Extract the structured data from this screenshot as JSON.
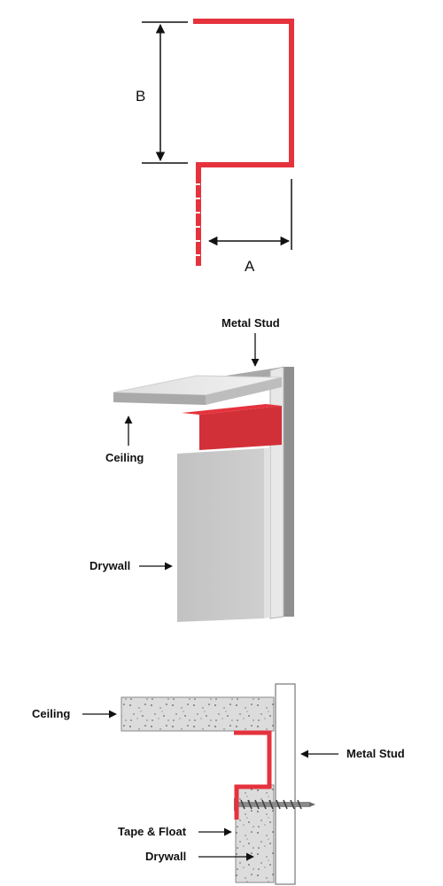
{
  "colors": {
    "accent": "#e5323d",
    "accent_dark": "#c4262f",
    "ink": "#111111",
    "concrete": "#dcdcdc",
    "drywall": "#c8c8c8",
    "stud_face": "#e6e6e6"
  },
  "profile": {
    "dim_a": "A",
    "dim_b": "B"
  },
  "iso": {
    "metal_stud": "Metal Stud",
    "ceiling": "Ceiling",
    "drywall": "Drywall"
  },
  "section": {
    "ceiling": "Ceiling",
    "metal_stud": "Metal Stud",
    "tape_float": "Tape & Float",
    "drywall": "Drywall"
  }
}
